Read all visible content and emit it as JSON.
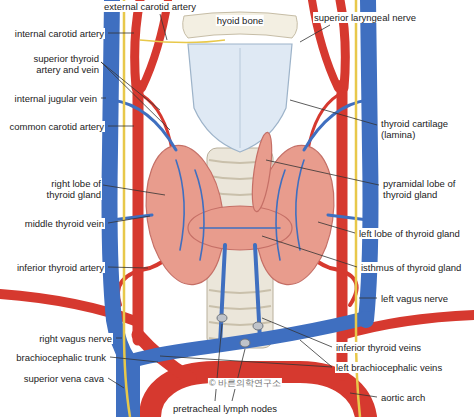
{
  "diagram": {
    "labels": [
      "external carotid artery",
      "hyoid bone",
      "superior laryngeal nerve",
      "internal carotid artery",
      "superior thyroid artery and vein",
      "internal jugular vein",
      "common carotid artery",
      "thyroid cartilage (lamina)",
      "pyramidal lobe of thyroid gland",
      "right lobe of thyroid gland",
      "middle thyroid vein",
      "left lobe of thyroid gland",
      "isthmus of thyroid gland",
      "inferior thyroid artery",
      "left vagus nerve",
      "right vagus nerve",
      "brachiocephalic trunk",
      "superior vena cava",
      "pretracheal lymph nodes",
      "inferior thyroid veins",
      "left brachiocephalic veins",
      "aortic arch",
      "© 바른의학연구소"
    ]
  }
}
